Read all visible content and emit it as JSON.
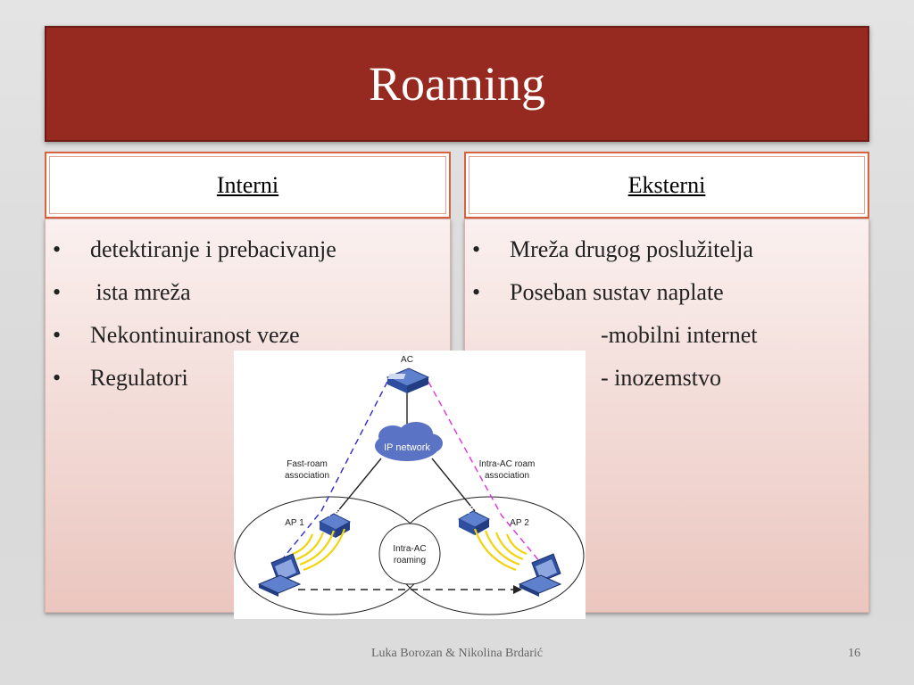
{
  "slide": {
    "title": "Roaming",
    "columns": [
      {
        "header": "Interni",
        "bullets": [
          "detektiranje i prebacivanje",
          " ista mreža",
          "Nekontinuiranost veze",
          "Regulatori"
        ]
      },
      {
        "header": "Eksterni",
        "bullets": [
          "Mreža drugog poslužitelja",
          "Poseban sustav naplate"
        ],
        "sub_lines": [
          "-mobilni internet",
          "- inozemstvo"
        ]
      }
    ],
    "bullet_char": "•",
    "footer": "Luka Borozan & Nikolina Brdarić",
    "page_number": "16"
  },
  "diagram": {
    "ac_label": "AC",
    "network_label": "IP network",
    "fast_roam_line1": "Fast-roam",
    "fast_roam_line2": "association",
    "intra_roam_line1": "Intra-AC roam",
    "intra_roam_line2": "association",
    "ap1_label": "AP 1",
    "ap2_label": "AP 2",
    "intra_ac_line1": "Intra-AC",
    "intra_ac_line2": "roaming"
  },
  "colors": {
    "title_bar": "#972a20",
    "header_border": "#d8613e",
    "device_blue": "#2e4fa0",
    "fast_roam_line": "#2a2ad0",
    "intra_roam_line": "#e030e0"
  }
}
